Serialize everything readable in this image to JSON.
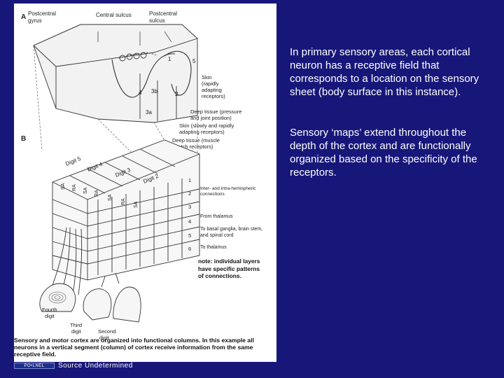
{
  "figure": {
    "panel_a_label": "A",
    "panel_b_label": "B",
    "labels_a": {
      "postcentral_gyrus_1": "Postcentral",
      "postcentral_gyrus_2": "gyrus",
      "central_sulcus": "Central sulcus",
      "postcentral_sulcus_1": "Postcentral",
      "postcentral_sulcus_2": "sulcus",
      "area_1": "1",
      "area_5": "5",
      "area_4": "4",
      "area_3b": "3b",
      "area_2": "2",
      "area_3a": "3a",
      "skin_1": "Skin",
      "skin_2": "(rapidly",
      "skin_3": "adapting",
      "skin_4": "receptors)",
      "deep_1": "Deep tissue (pressure",
      "deep_2": "and joint position)",
      "skin_slow_1": "Skin (slowly and rapidly",
      "skin_slow_2": "adapting receptors)",
      "deep_muscle_1": "Deep tissue (muscle",
      "deep_muscle_2": "stretch receptors)"
    },
    "labels_b": {
      "digit_5": "Digit 5",
      "digit_4": "Digit 4",
      "digit_3": "Digit 3",
      "digit_2": "Digit 2",
      "columns": [
        "SA",
        "RA",
        "SA",
        "RA",
        "SA",
        "RA",
        "SA"
      ],
      "layers": [
        "1",
        "2",
        "3",
        "4",
        "5",
        "6"
      ],
      "inter_1": "Inter- and intra-hemispheric",
      "inter_2": "connections",
      "from_thalamus": "From thalamus",
      "basal_1": "To basal ganglia, brain stem,",
      "basal_2": "and spinal cord",
      "to_thalamus": "To thalamus",
      "fourth_1": "Fourth",
      "fourth_2": "digit",
      "third_1": "Third",
      "third_2": "digit",
      "second_1": "Second",
      "second_2": "digit"
    },
    "note": "note: individual layers have specific patterns of connections.",
    "caption": "Sensory and motor cortex are organized into functional columns. In this example all neurons in a vertical segment (column) of cortex receive information from the same receptive field."
  },
  "footer": {
    "logo_text": "PO•LNEL",
    "source": "Source Undetermined"
  },
  "text": {
    "paragraph_1": "In primary sensory areas, each cortical neuron has a receptive field that corresponds to a location on the sensory sheet (body surface in this instance).",
    "paragraph_2": "Sensory ‘maps’ extend throughout the depth of the cortex and are functionally organized based on the specificity of the receptors."
  },
  "colors": {
    "background": "#17177a",
    "text": "#ffffff"
  }
}
